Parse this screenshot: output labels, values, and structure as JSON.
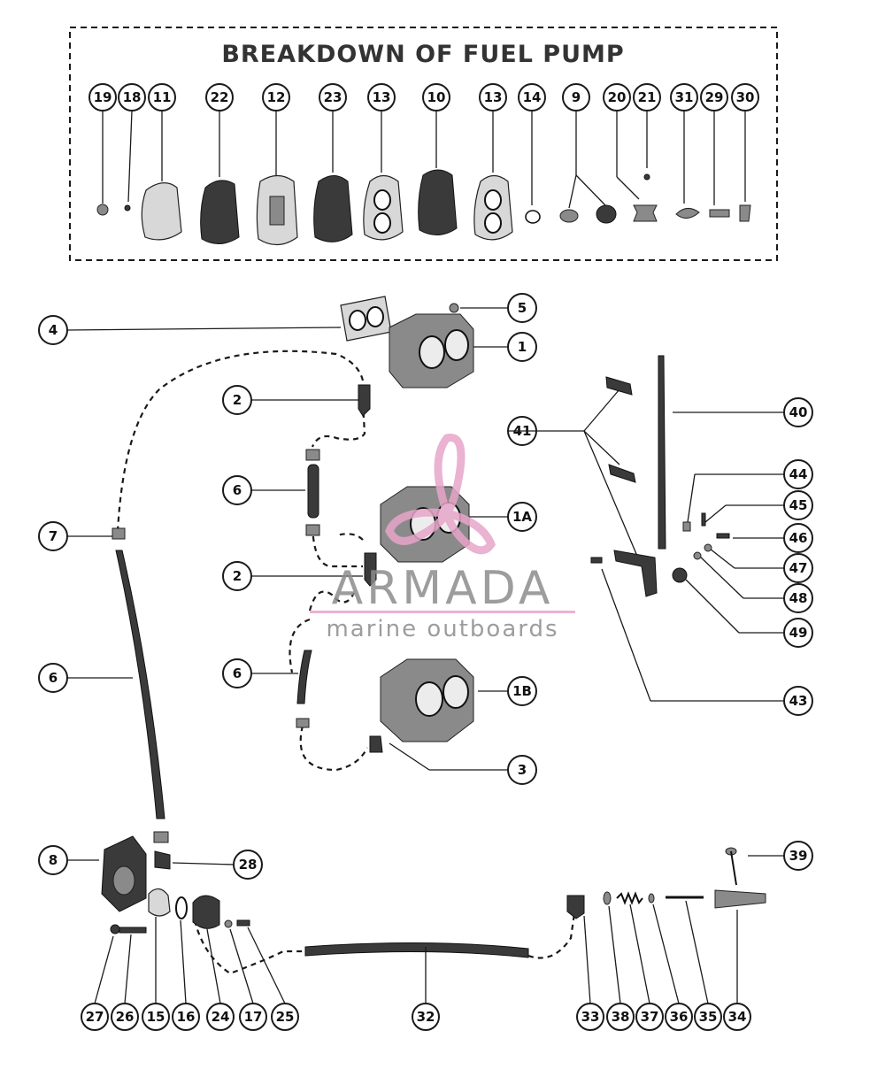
{
  "breakdown_title": "BREAKDOWN OF FUEL PUMP",
  "watermark": {
    "brand": "ARMADA",
    "tagline": "marine outboards",
    "accent_color": "#e7a6c9"
  },
  "callouts_top": [
    "19",
    "18",
    "11",
    "22",
    "12",
    "23",
    "13",
    "10",
    "13",
    "14",
    "9",
    "20",
    "21",
    "31",
    "29",
    "30"
  ],
  "callouts_main": {
    "c1": "1",
    "c1a": "1A",
    "c1b": "1B",
    "c2a": "2",
    "c2b": "2",
    "c3": "3",
    "c4": "4",
    "c5": "5",
    "c6a": "6",
    "c6b": "6",
    "c6c": "6",
    "c7": "7",
    "c8": "8",
    "c28": "28",
    "c39": "39",
    "c40": "40",
    "c41": "41",
    "c43": "43",
    "c44": "44",
    "c45": "45",
    "c46": "46",
    "c47": "47",
    "c48": "48",
    "c49": "49"
  },
  "callouts_bottom": [
    "27",
    "26",
    "15",
    "16",
    "24",
    "17",
    "25",
    "32",
    "33",
    "38",
    "37",
    "36",
    "35",
    "34"
  ],
  "colors": {
    "ink": "#1a1a1a",
    "part": "#3a3a3a"
  }
}
